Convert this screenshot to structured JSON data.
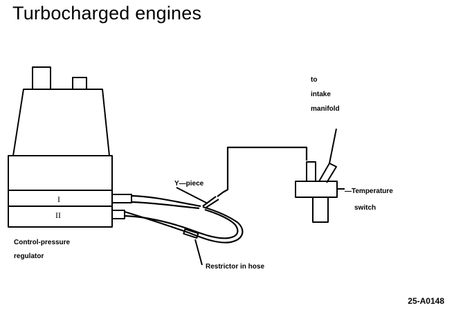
{
  "title": "Turbocharged engines",
  "labels": {
    "to_intake_line1": "to",
    "to_intake_line2": "intake",
    "to_intake_line3": "manifold",
    "y_piece": "Y—piece",
    "temp_switch_line1": "—Temperature",
    "temp_switch_line2": "switch",
    "cpr_line1": "Control-pressure",
    "cpr_line2": "regulator",
    "restrictor": "Restrictor in hose",
    "roman_i": "I",
    "roman_ii": "II"
  },
  "figure_code": "25-A0148"
}
